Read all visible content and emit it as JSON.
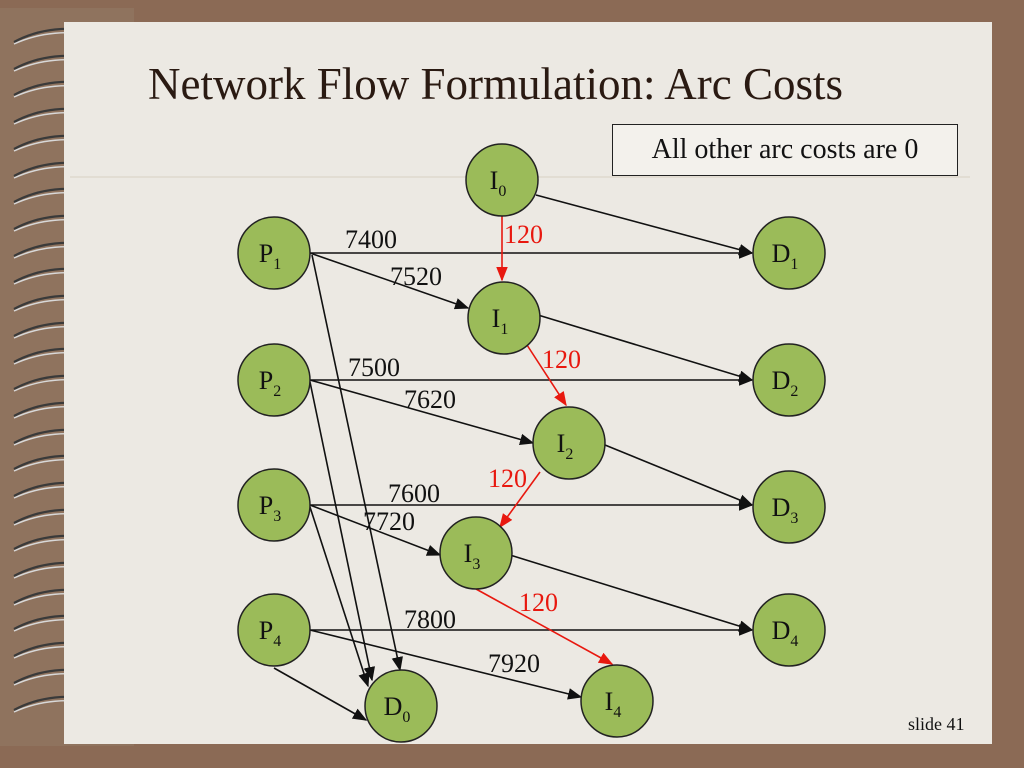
{
  "title": "Network Flow Formulation: Arc Costs",
  "note": "All other arc costs are 0",
  "slide_number": "slide 41",
  "colors": {
    "node_fill": "#9bbb59",
    "arc_black": "#111111",
    "arc_red": "#e8180f",
    "slide_bg": "#ece9e3",
    "frame": "#8b6a55"
  },
  "nodes": [
    {
      "id": "I0",
      "base": "I",
      "sub": "0"
    },
    {
      "id": "I1",
      "base": "I",
      "sub": "1"
    },
    {
      "id": "I2",
      "base": "I",
      "sub": "2"
    },
    {
      "id": "I3",
      "base": "I",
      "sub": "3"
    },
    {
      "id": "I4",
      "base": "I",
      "sub": "4"
    },
    {
      "id": "P1",
      "base": "P",
      "sub": "1"
    },
    {
      "id": "P2",
      "base": "P",
      "sub": "2"
    },
    {
      "id": "P3",
      "base": "P",
      "sub": "3"
    },
    {
      "id": "P4",
      "base": "P",
      "sub": "4"
    },
    {
      "id": "D0",
      "base": "D",
      "sub": "0"
    },
    {
      "id": "D1",
      "base": "D",
      "sub": "1"
    },
    {
      "id": "D2",
      "base": "D",
      "sub": "2"
    },
    {
      "id": "D3",
      "base": "D",
      "sub": "3"
    },
    {
      "id": "D4",
      "base": "D",
      "sub": "4"
    }
  ],
  "arcs": [
    {
      "from": "P1",
      "to": "D1",
      "cost": "7400",
      "color": "black"
    },
    {
      "from": "P1",
      "to": "I1",
      "cost": "7520",
      "color": "black"
    },
    {
      "from": "P2",
      "to": "D2",
      "cost": "7500",
      "color": "black"
    },
    {
      "from": "P2",
      "to": "I2",
      "cost": "7620",
      "color": "black"
    },
    {
      "from": "P3",
      "to": "D3",
      "cost": "7600",
      "color": "black"
    },
    {
      "from": "P3",
      "to": "I3",
      "cost": "7720",
      "color": "black"
    },
    {
      "from": "P4",
      "to": "D4",
      "cost": "7800",
      "color": "black"
    },
    {
      "from": "P4",
      "to": "I4",
      "cost": "7920",
      "color": "black"
    },
    {
      "from": "I0",
      "to": "I1",
      "cost": "120",
      "color": "red"
    },
    {
      "from": "I1",
      "to": "I2",
      "cost": "120",
      "color": "red"
    },
    {
      "from": "I2",
      "to": "I3",
      "cost": "120",
      "color": "red"
    },
    {
      "from": "I3",
      "to": "I4",
      "cost": "120",
      "color": "red"
    },
    {
      "from": "I0",
      "to": "D1",
      "cost": "",
      "color": "black"
    },
    {
      "from": "I1",
      "to": "D2",
      "cost": "",
      "color": "black"
    },
    {
      "from": "I2",
      "to": "D3",
      "cost": "",
      "color": "black"
    },
    {
      "from": "I3",
      "to": "D4",
      "cost": "",
      "color": "black"
    },
    {
      "from": "P1",
      "to": "D0",
      "cost": "",
      "color": "black"
    },
    {
      "from": "P2",
      "to": "D0",
      "cost": "",
      "color": "black"
    },
    {
      "from": "P3",
      "to": "D0",
      "cost": "",
      "color": "black"
    },
    {
      "from": "P4",
      "to": "D0",
      "cost": "",
      "color": "black"
    }
  ]
}
